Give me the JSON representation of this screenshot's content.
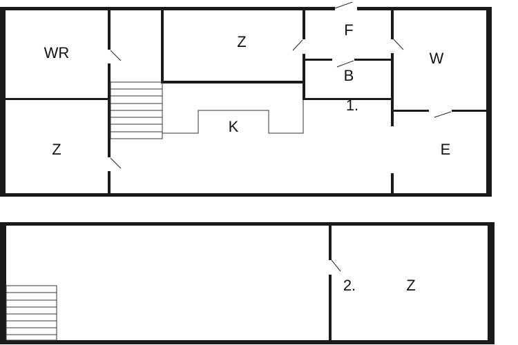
{
  "floor_1": {
    "level_label": "1.",
    "rooms": {
      "wr": "WR",
      "z_top": "Z",
      "f": "F",
      "b": "B",
      "w": "W",
      "k": "K",
      "z_left": "Z",
      "e": "E"
    }
  },
  "floor_2": {
    "level_label": "2.",
    "rooms": {
      "z": "Z"
    }
  }
}
